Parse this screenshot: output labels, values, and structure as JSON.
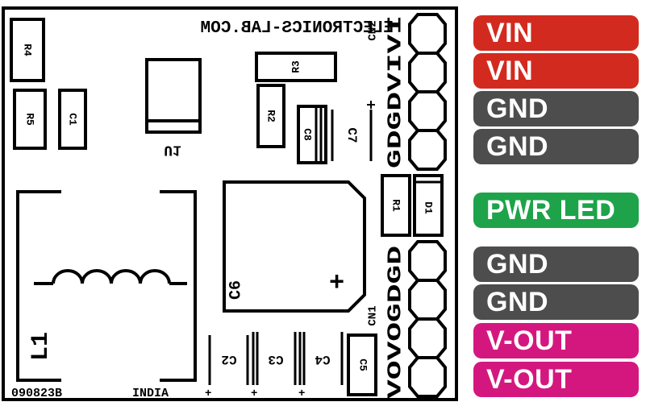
{
  "board": {
    "website": "ELECTRONICS-LAB.COM",
    "code": "090823B",
    "country": "INDIA",
    "connectors": {
      "top": "CN2",
      "bottom": "CN1"
    },
    "pin_text_top": "GDGDVIVI",
    "pin_text_bottom": "VOVOGDGD",
    "components": {
      "r1": "R1",
      "r2": "R2",
      "r3": "R3",
      "r4": "R4",
      "r5": "R5",
      "c1": "C1",
      "c2": "C2",
      "c3": "C3",
      "c4": "C4",
      "c5": "C5",
      "c6": "C6",
      "c7": "C7",
      "c8": "C8",
      "d1": "D1",
      "u1": "U1",
      "l1": "L1"
    },
    "plus": "+"
  },
  "labels": [
    {
      "text": "VIN",
      "color": "#d32a1f"
    },
    {
      "text": "VIN",
      "color": "#d32a1f"
    },
    {
      "text": "GND",
      "color": "#4d4d4d"
    },
    {
      "text": "GND",
      "color": "#4d4d4d"
    },
    {
      "text": "PWR LED",
      "color": "#1ea34a"
    },
    {
      "text": "GND",
      "color": "#4d4d4d"
    },
    {
      "text": "GND",
      "color": "#4d4d4d"
    },
    {
      "text": "V-OUT",
      "color": "#d4177f"
    },
    {
      "text": "V-OUT",
      "color": "#d4177f"
    }
  ]
}
